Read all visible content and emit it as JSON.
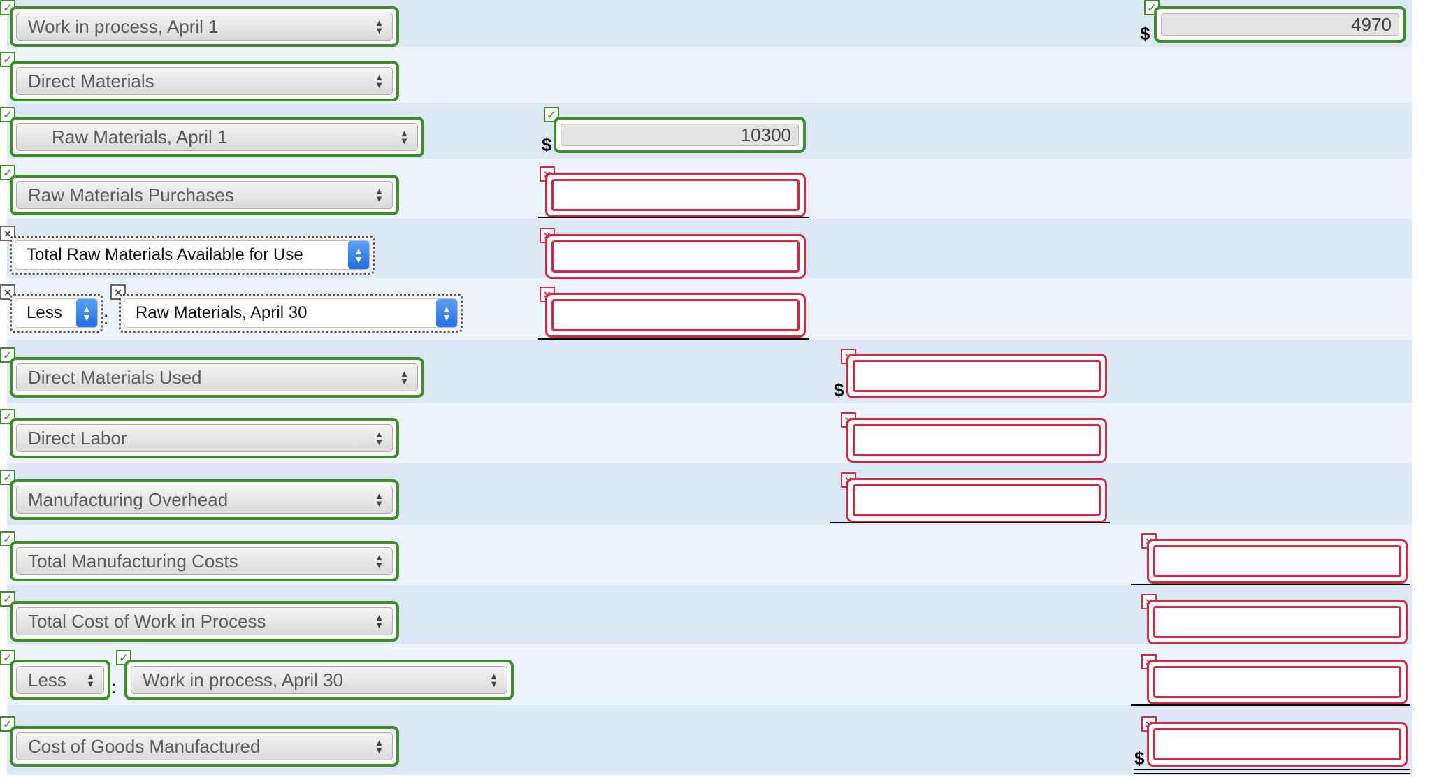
{
  "rows": [
    {
      "label": "Work in process, April 1",
      "status": "correct"
    },
    {
      "label": "Direct Materials",
      "status": "correct"
    },
    {
      "label": "Raw Materials, April 1",
      "status": "correct"
    },
    {
      "label": "Raw Materials Purchases",
      "status": "correct"
    },
    {
      "label": "Total Raw Materials Available for Use",
      "status": "unanswered"
    },
    {
      "prefix": "Less",
      "label": "Raw Materials, April 30",
      "status": "unanswered"
    },
    {
      "label": "Direct Materials Used",
      "status": "correct"
    },
    {
      "label": "Direct Labor",
      "status": "correct"
    },
    {
      "label": "Manufacturing Overhead",
      "status": "correct"
    },
    {
      "label": "Total Manufacturing Costs",
      "status": "correct"
    },
    {
      "label": "Total Cost of Work in Process",
      "status": "correct"
    },
    {
      "prefix": "Less",
      "label": "Work in process, April 30",
      "status": "correct"
    },
    {
      "label": "Cost of Goods Manufactured",
      "status": "correct"
    }
  ],
  "amounts": {
    "work_in_process_april_1": "4970",
    "raw_materials_april_1": "10300",
    "raw_materials_purchases": "",
    "total_raw_materials_available": "",
    "raw_materials_april_30": "",
    "direct_materials_used": "",
    "direct_labor": "",
    "manufacturing_overhead": "",
    "total_manufacturing_costs": "",
    "total_cost_of_work_in_process": "",
    "work_in_process_april_30": "",
    "cost_of_goods_manufactured": ""
  },
  "symbols": {
    "currency": "$",
    "colon": ":",
    "check": "✓",
    "cross": "×",
    "neutral": "×",
    "arrow_up": "▲",
    "arrow_down": "▼"
  },
  "colors": {
    "correct": "#3e8c2a",
    "incorrect": "#d3283f",
    "band_dark": "#dde8f6",
    "band_light": "#edf3fb"
  }
}
